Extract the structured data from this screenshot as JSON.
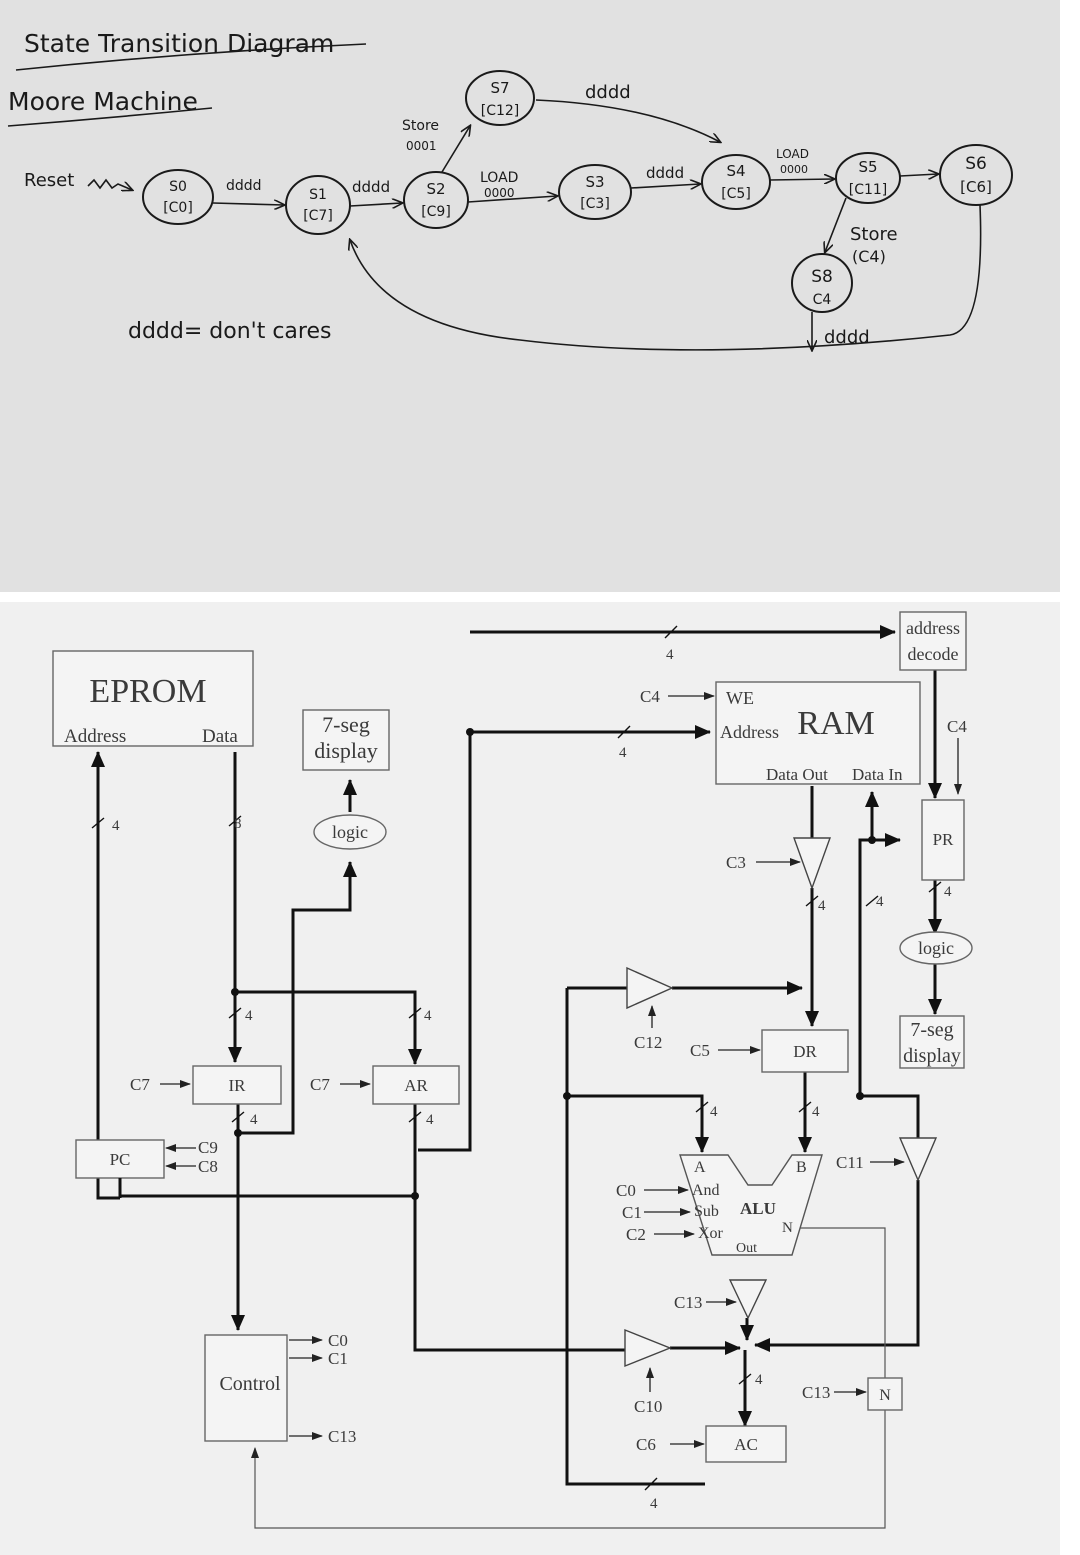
{
  "state_diagram": {
    "title": "State Transition Diagram",
    "subtitle": "Moore Machine",
    "reset_label": "Reset",
    "legend": "dddd= don't cares",
    "states": [
      {
        "id": "S0",
        "name": "S0",
        "signal": "[C0]"
      },
      {
        "id": "S1",
        "name": "S1",
        "signal": "[C7]"
      },
      {
        "id": "S2",
        "name": "S2",
        "signal": "[C9]"
      },
      {
        "id": "S3",
        "name": "S3",
        "signal": "[C3]"
      },
      {
        "id": "S4",
        "name": "S4",
        "signal": "[C5]"
      },
      {
        "id": "S5",
        "name": "S5",
        "signal": "[C11]"
      },
      {
        "id": "S6",
        "name": "S6",
        "signal": "[C6]"
      },
      {
        "id": "S7",
        "name": "S7",
        "signal": "[C12]"
      },
      {
        "id": "S8",
        "name": "S8",
        "signal": "C4"
      }
    ],
    "transitions": [
      {
        "from": "S0",
        "to": "S1",
        "label": "dddd"
      },
      {
        "from": "S1",
        "to": "S2",
        "label": "dddd"
      },
      {
        "from": "S2",
        "to": "S7",
        "label_line1": "Store",
        "label_line2": "0001"
      },
      {
        "from": "S2",
        "to": "S3",
        "label_line1": "LOAD",
        "label_line2": "0000"
      },
      {
        "from": "S7",
        "to": "S4",
        "label": "dddd"
      },
      {
        "from": "S3",
        "to": "S4",
        "label": "dddd"
      },
      {
        "from": "S4",
        "to": "S5",
        "label_line1": "LOAD",
        "label_line2": "0000"
      },
      {
        "from": "S5",
        "to": "S6",
        "label": ""
      },
      {
        "from": "S5",
        "to": "S8",
        "label_line1": "Store",
        "label_line2": "(C4)"
      },
      {
        "from": "S8",
        "to": "S1",
        "label": "dddd"
      },
      {
        "from": "S6",
        "to": "S1",
        "label": ""
      }
    ]
  },
  "block_diagram": {
    "blocks": {
      "eprom": {
        "title": "EPROM",
        "port_address": "Address",
        "port_data": "Data"
      },
      "ram": {
        "title": "RAM",
        "port_we": "WE",
        "port_address": "Address",
        "port_data_out": "Data Out",
        "port_data_in": "Data In"
      },
      "seg_display_left": {
        "line1": "7-seg",
        "line2": "display"
      },
      "seg_display_right": {
        "line1": "7-seg",
        "line2": "display"
      },
      "logic_left": "logic",
      "logic_right": "logic",
      "address_decode": {
        "line1": "address",
        "line2": "decode"
      },
      "pr": "PR",
      "ir": "IR",
      "ar": "AR",
      "pc": "PC",
      "dr": "DR",
      "ac": "AC",
      "n_flag": "N",
      "control": "Control",
      "alu": {
        "title": "ALU",
        "in_a": "A",
        "in_b": "B",
        "op_and": "And",
        "op_sub": "Sub",
        "op_xor": "Xor",
        "out": "Out",
        "flag_n": "N"
      }
    },
    "signals": {
      "c0": "C0",
      "c1": "C1",
      "c2": "C2",
      "c3": "C3",
      "c4": "C4",
      "c5": "C5",
      "c6": "C6",
      "c7": "C7",
      "c8": "C8",
      "c9": "C9",
      "c10": "C10",
      "c11": "C11",
      "c12": "C12",
      "c13": "C13"
    },
    "bus_widths": {
      "four": "4",
      "eight": "8"
    }
  }
}
